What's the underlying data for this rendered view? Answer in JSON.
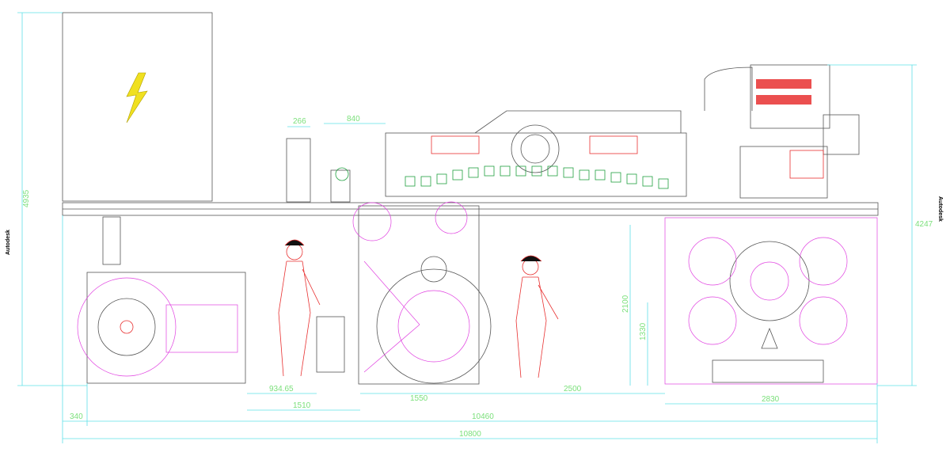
{
  "watermark": "Autodesk",
  "colors": {
    "dimension_line": "#5fe0e8",
    "dimension_text": "#7be07b",
    "machine": "#555555",
    "magenta": "#e040e0",
    "red": "#e83030",
    "electric_symbol": "#f0e020"
  },
  "icons": {
    "electrical_cabinet": "lightning-bolt-icon",
    "operators": "human-figure-icon"
  },
  "dimensions": {
    "d266": "266",
    "d840": "840",
    "total_height": "4935",
    "right_height": "4247",
    "d2100": "2100",
    "d1330": "1330",
    "d934": "934.65",
    "d1510": "1510",
    "d1550": "1550",
    "d2500": "2500",
    "d2830": "2830",
    "d340": "340",
    "d10460": "10460",
    "d10800": "10800"
  }
}
